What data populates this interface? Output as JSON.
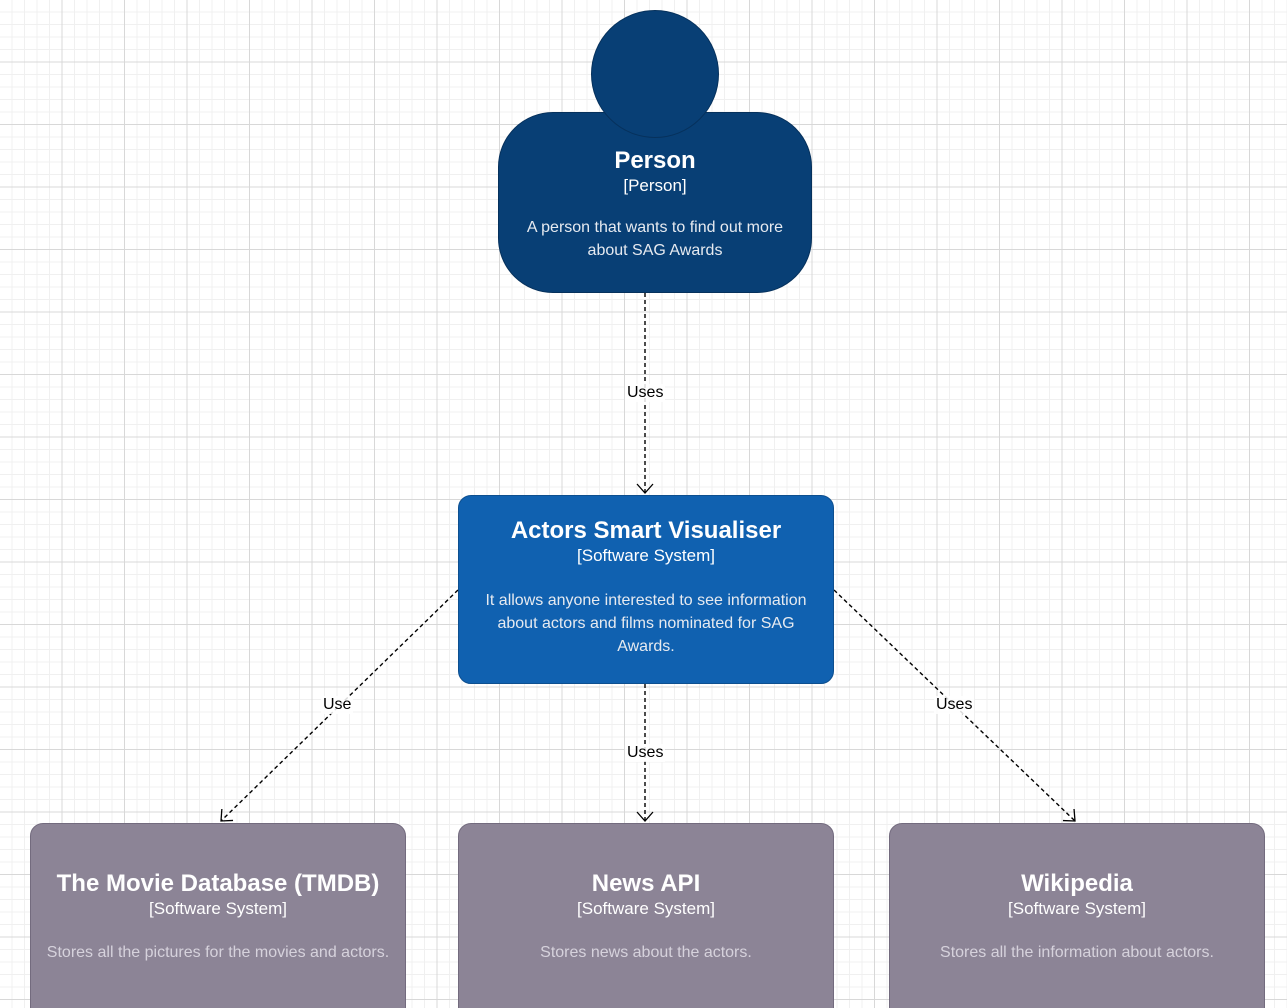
{
  "nodes": {
    "person": {
      "title": "Person",
      "type": "[Person]",
      "description": "A person that wants to find out more about SAG Awards"
    },
    "system": {
      "title": "Actors Smart Visualiser",
      "type": "[Software System]",
      "description": "It allows anyone interested to see information about actors and films nominated for SAG Awards."
    },
    "tmdb": {
      "title": "The Movie Database (TMDB)",
      "type": "[Software System]",
      "description": "Stores all the pictures for the movies and actors."
    },
    "news": {
      "title": "News API",
      "type": "[Software System]",
      "description": "Stores news about the actors."
    },
    "wiki": {
      "title": "Wikipedia",
      "type": "[Software System]",
      "description": "Stores all the information about actors."
    }
  },
  "edges": {
    "person_to_system": "Uses",
    "system_to_tmdb": "Use",
    "system_to_news": "Uses",
    "system_to_wiki": "Uses"
  },
  "colors": {
    "person": "#083f75",
    "system": "#1061b0",
    "external": "#8c8496"
  }
}
